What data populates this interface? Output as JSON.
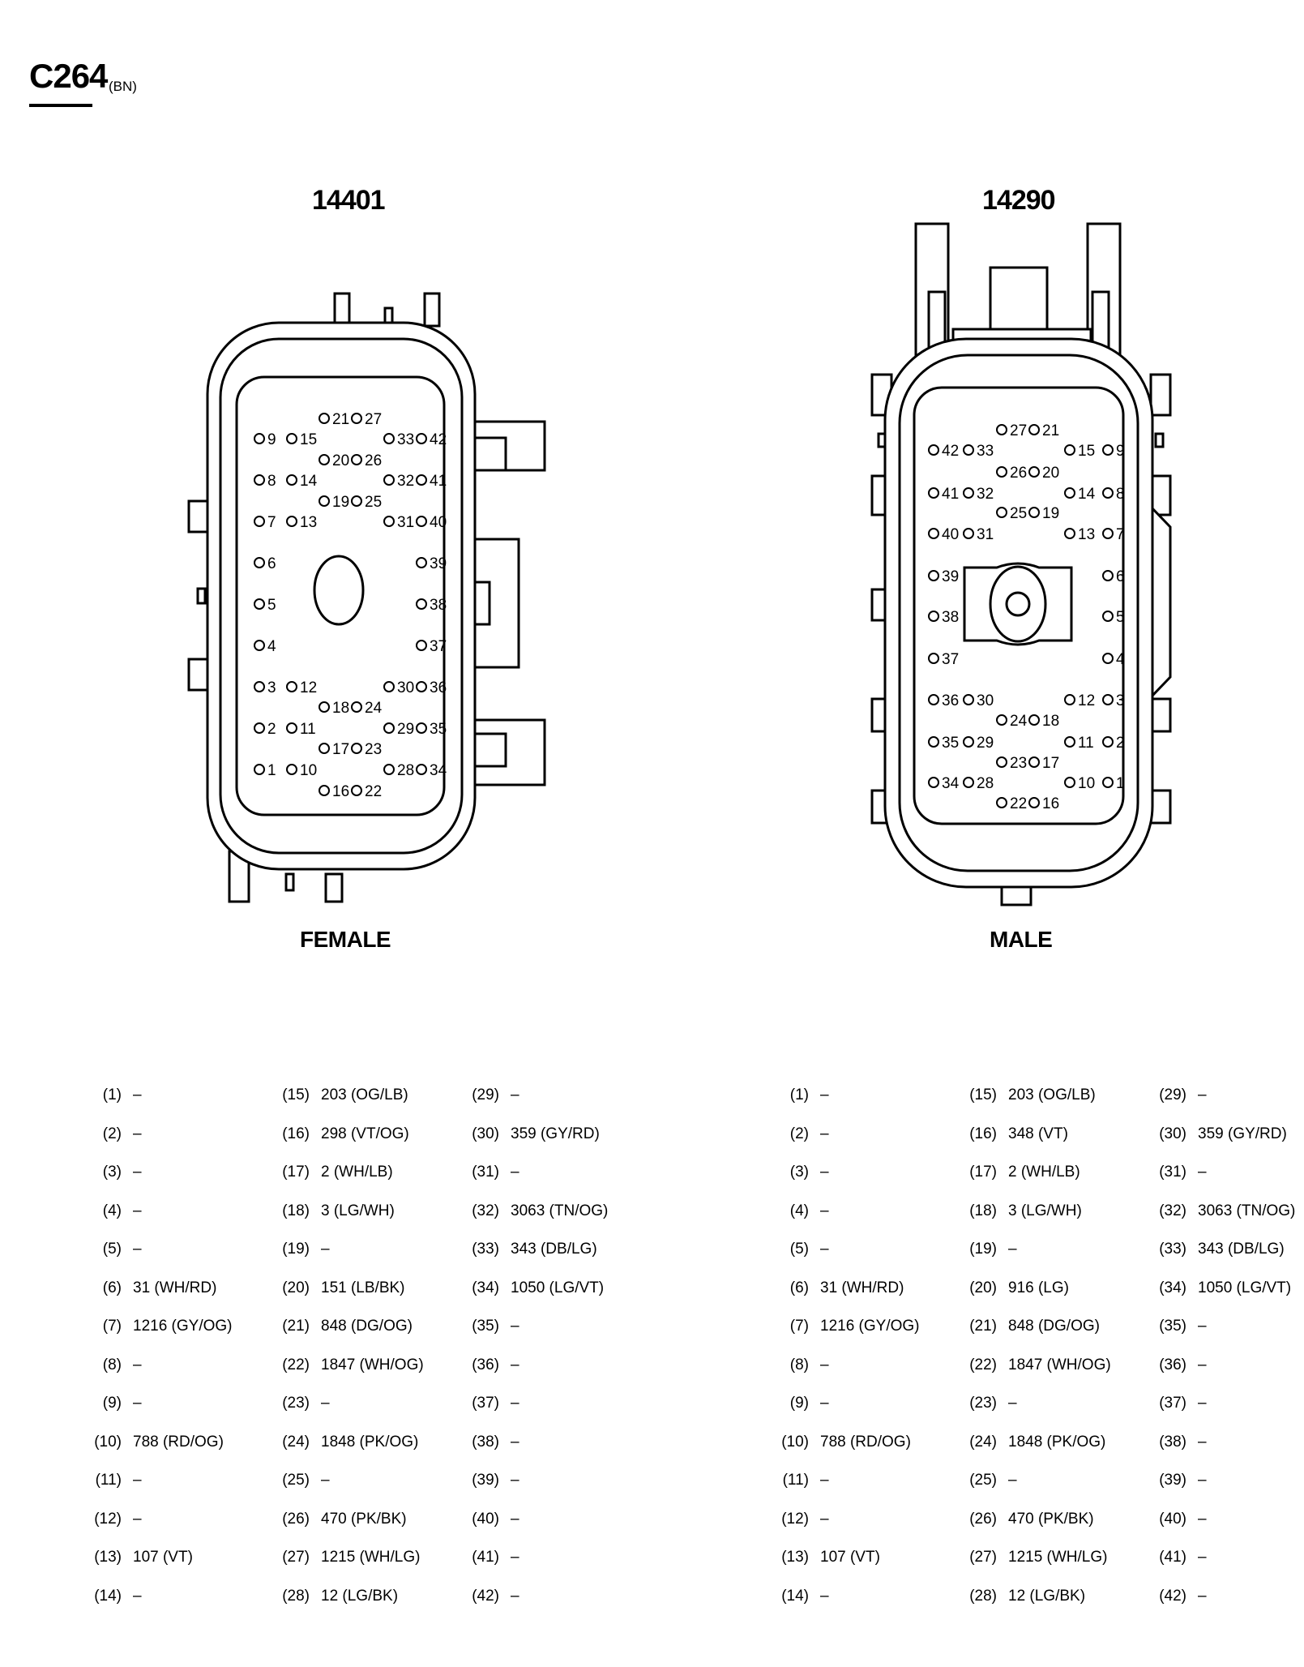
{
  "header": {
    "connector_id": "C264",
    "connector_color": "(BN)"
  },
  "connectors": [
    {
      "part_number": "14401",
      "gender": "FEMALE",
      "pins": [
        "1",
        "2",
        "3",
        "4",
        "5",
        "6",
        "7",
        "8",
        "9",
        "10",
        "11",
        "12",
        "13",
        "14",
        "15",
        "16",
        "17",
        "18",
        "19",
        "20",
        "21",
        "22",
        "23",
        "24",
        "25",
        "26",
        "27",
        "28",
        "29",
        "30",
        "31",
        "32",
        "33",
        "34",
        "35",
        "36",
        "37",
        "38",
        "39",
        "40",
        "41",
        "42"
      ]
    },
    {
      "part_number": "14290",
      "gender": "MALE",
      "pins": [
        "1",
        "2",
        "3",
        "4",
        "5",
        "6",
        "7",
        "8",
        "9",
        "10",
        "11",
        "12",
        "13",
        "14",
        "15",
        "16",
        "17",
        "18",
        "19",
        "20",
        "21",
        "22",
        "23",
        "24",
        "25",
        "26",
        "27",
        "28",
        "29",
        "30",
        "31",
        "32",
        "33",
        "34",
        "35",
        "36",
        "37",
        "38",
        "39",
        "40",
        "41",
        "42"
      ]
    }
  ],
  "pinouts": [
    {
      "connector": "14401 FEMALE",
      "pins": [
        {
          "pin": "(1)",
          "circuit": "–"
        },
        {
          "pin": "(2)",
          "circuit": "–"
        },
        {
          "pin": "(3)",
          "circuit": "–"
        },
        {
          "pin": "(4)",
          "circuit": "–"
        },
        {
          "pin": "(5)",
          "circuit": "–"
        },
        {
          "pin": "(6)",
          "circuit": "31 (WH/RD)"
        },
        {
          "pin": "(7)",
          "circuit": "1216 (GY/OG)"
        },
        {
          "pin": "(8)",
          "circuit": "–"
        },
        {
          "pin": "(9)",
          "circuit": "–"
        },
        {
          "pin": "(10)",
          "circuit": "788 (RD/OG)"
        },
        {
          "pin": "(11)",
          "circuit": "–"
        },
        {
          "pin": "(12)",
          "circuit": "–"
        },
        {
          "pin": "(13)",
          "circuit": "107 (VT)"
        },
        {
          "pin": "(14)",
          "circuit": "–"
        },
        {
          "pin": "(15)",
          "circuit": "203 (OG/LB)"
        },
        {
          "pin": "(16)",
          "circuit": "298 (VT/OG)"
        },
        {
          "pin": "(17)",
          "circuit": "2 (WH/LB)"
        },
        {
          "pin": "(18)",
          "circuit": "3 (LG/WH)"
        },
        {
          "pin": "(19)",
          "circuit": "–"
        },
        {
          "pin": "(20)",
          "circuit": "151 (LB/BK)"
        },
        {
          "pin": "(21)",
          "circuit": "848 (DG/OG)"
        },
        {
          "pin": "(22)",
          "circuit": "1847 (WH/OG)"
        },
        {
          "pin": "(23)",
          "circuit": "–"
        },
        {
          "pin": "(24)",
          "circuit": "1848 (PK/OG)"
        },
        {
          "pin": "(25)",
          "circuit": "–"
        },
        {
          "pin": "(26)",
          "circuit": "470 (PK/BK)"
        },
        {
          "pin": "(27)",
          "circuit": "1215 (WH/LG)"
        },
        {
          "pin": "(28)",
          "circuit": "12 (LG/BK)"
        },
        {
          "pin": "(29)",
          "circuit": "–"
        },
        {
          "pin": "(30)",
          "circuit": "359 (GY/RD)"
        },
        {
          "pin": "(31)",
          "circuit": "–"
        },
        {
          "pin": "(32)",
          "circuit": "3063 (TN/OG)"
        },
        {
          "pin": "(33)",
          "circuit": "343 (DB/LG)"
        },
        {
          "pin": "(34)",
          "circuit": "1050 (LG/VT)"
        },
        {
          "pin": "(35)",
          "circuit": "–"
        },
        {
          "pin": "(36)",
          "circuit": "–"
        },
        {
          "pin": "(37)",
          "circuit": "–"
        },
        {
          "pin": "(38)",
          "circuit": "–"
        },
        {
          "pin": "(39)",
          "circuit": "–"
        },
        {
          "pin": "(40)",
          "circuit": "–"
        },
        {
          "pin": "(41)",
          "circuit": "–"
        },
        {
          "pin": "(42)",
          "circuit": "–"
        }
      ]
    },
    {
      "connector": "14290 MALE",
      "pins": [
        {
          "pin": "(1)",
          "circuit": "–"
        },
        {
          "pin": "(2)",
          "circuit": "–"
        },
        {
          "pin": "(3)",
          "circuit": "–"
        },
        {
          "pin": "(4)",
          "circuit": "–"
        },
        {
          "pin": "(5)",
          "circuit": "–"
        },
        {
          "pin": "(6)",
          "circuit": "31 (WH/RD)"
        },
        {
          "pin": "(7)",
          "circuit": "1216 (GY/OG)"
        },
        {
          "pin": "(8)",
          "circuit": "–"
        },
        {
          "pin": "(9)",
          "circuit": "–"
        },
        {
          "pin": "(10)",
          "circuit": "788 (RD/OG)"
        },
        {
          "pin": "(11)",
          "circuit": "–"
        },
        {
          "pin": "(12)",
          "circuit": "–"
        },
        {
          "pin": "(13)",
          "circuit": "107 (VT)"
        },
        {
          "pin": "(14)",
          "circuit": "–"
        },
        {
          "pin": "(15)",
          "circuit": "203 (OG/LB)"
        },
        {
          "pin": "(16)",
          "circuit": "348 (VT)"
        },
        {
          "pin": "(17)",
          "circuit": "2 (WH/LB)"
        },
        {
          "pin": "(18)",
          "circuit": "3 (LG/WH)"
        },
        {
          "pin": "(19)",
          "circuit": "–"
        },
        {
          "pin": "(20)",
          "circuit": "916 (LG)"
        },
        {
          "pin": "(21)",
          "circuit": "848 (DG/OG)"
        },
        {
          "pin": "(22)",
          "circuit": "1847 (WH/OG)"
        },
        {
          "pin": "(23)",
          "circuit": "–"
        },
        {
          "pin": "(24)",
          "circuit": "1848 (PK/OG)"
        },
        {
          "pin": "(25)",
          "circuit": "–"
        },
        {
          "pin": "(26)",
          "circuit": "470 (PK/BK)"
        },
        {
          "pin": "(27)",
          "circuit": "1215 (WH/LG)"
        },
        {
          "pin": "(28)",
          "circuit": "12 (LG/BK)"
        },
        {
          "pin": "(29)",
          "circuit": "–"
        },
        {
          "pin": "(30)",
          "circuit": "359 (GY/RD)"
        },
        {
          "pin": "(31)",
          "circuit": "–"
        },
        {
          "pin": "(32)",
          "circuit": "3063 (TN/OG)"
        },
        {
          "pin": "(33)",
          "circuit": "343 (DB/LG)"
        },
        {
          "pin": "(34)",
          "circuit": "1050 (LG/VT)"
        },
        {
          "pin": "(35)",
          "circuit": "–"
        },
        {
          "pin": "(36)",
          "circuit": "–"
        },
        {
          "pin": "(37)",
          "circuit": "–"
        },
        {
          "pin": "(38)",
          "circuit": "–"
        },
        {
          "pin": "(39)",
          "circuit": "–"
        },
        {
          "pin": "(40)",
          "circuit": "–"
        },
        {
          "pin": "(41)",
          "circuit": "–"
        },
        {
          "pin": "(42)",
          "circuit": "–"
        }
      ]
    }
  ]
}
